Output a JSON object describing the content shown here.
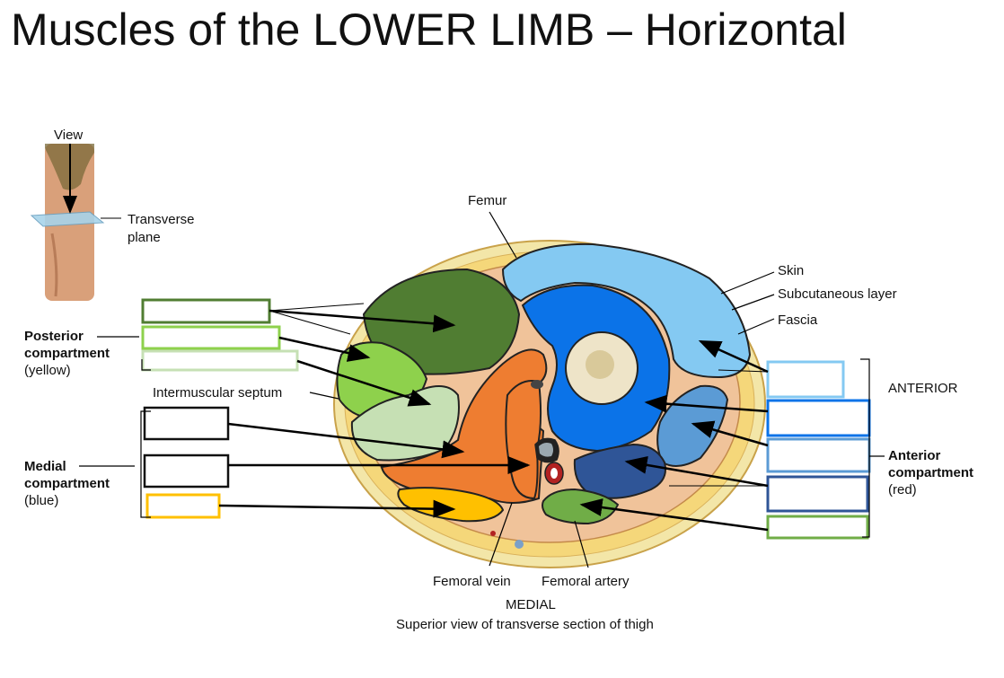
{
  "title": "Muscles of the LOWER LIMB – Horizontal",
  "inset": {
    "view_label": "View",
    "plane_label_line1": "Transverse",
    "plane_label_line2": "plane"
  },
  "labels": {
    "femur": "Femur",
    "skin": "Skin",
    "subcutaneous": "Subcutaneous layer",
    "fascia": "Fascia",
    "anterior": "ANTERIOR",
    "anterior_compartment_line1": "Anterior",
    "anterior_compartment_line2": "compartment",
    "anterior_compartment_color": "(red)",
    "posterior_compartment_line1": "Posterior",
    "posterior_compartment_line2": "compartment",
    "posterior_compartment_color": "(yellow)",
    "intermuscular_septum": "Intermuscular septum",
    "medial_compartment_line1": "Medial",
    "medial_compartment_line2": "compartment",
    "medial_compartment_color": "(blue)",
    "femoral_vein": "Femoral vein",
    "femoral_artery": "Femoral artery",
    "medial": "MEDIAL",
    "caption": "Superior view of transverse section of thigh"
  },
  "colors": {
    "skin_outer": "#f3e6a8",
    "fat": "#f5d77a",
    "posterior_dark_green": "#507d32",
    "posterior_light_green": "#8ed14c",
    "posterior_pale_green": "#c6e0b4",
    "adductor_orange": "#ee7d31",
    "gracilis_yellow": "#ffc000",
    "vastus_lateralis_light_blue": "#84c9f2",
    "vastus_intermedius_blue": "#0b73e8",
    "vastus_medialis_mid_blue": "#5b9bd5",
    "rectus_dark_blue": "#2f5597",
    "sartorius_green": "#70ad47",
    "box_border_black": "#111111"
  }
}
